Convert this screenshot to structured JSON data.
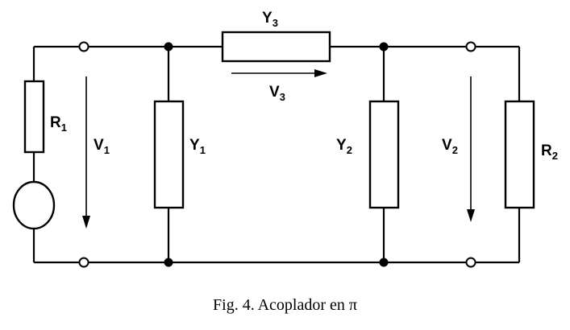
{
  "labels": {
    "r1": {
      "main": "R",
      "sub": "1"
    },
    "r2": {
      "main": "R",
      "sub": "2"
    },
    "y1": {
      "main": "Y",
      "sub": "1"
    },
    "y2": {
      "main": "Y",
      "sub": "2"
    },
    "y3": {
      "main": "Y",
      "sub": "3"
    },
    "v1": {
      "main": "V",
      "sub": "1"
    },
    "v2": {
      "main": "V",
      "sub": "2"
    },
    "v3": {
      "main": "V",
      "sub": "3"
    }
  },
  "caption": "Fig. 4. Acoplador en π"
}
